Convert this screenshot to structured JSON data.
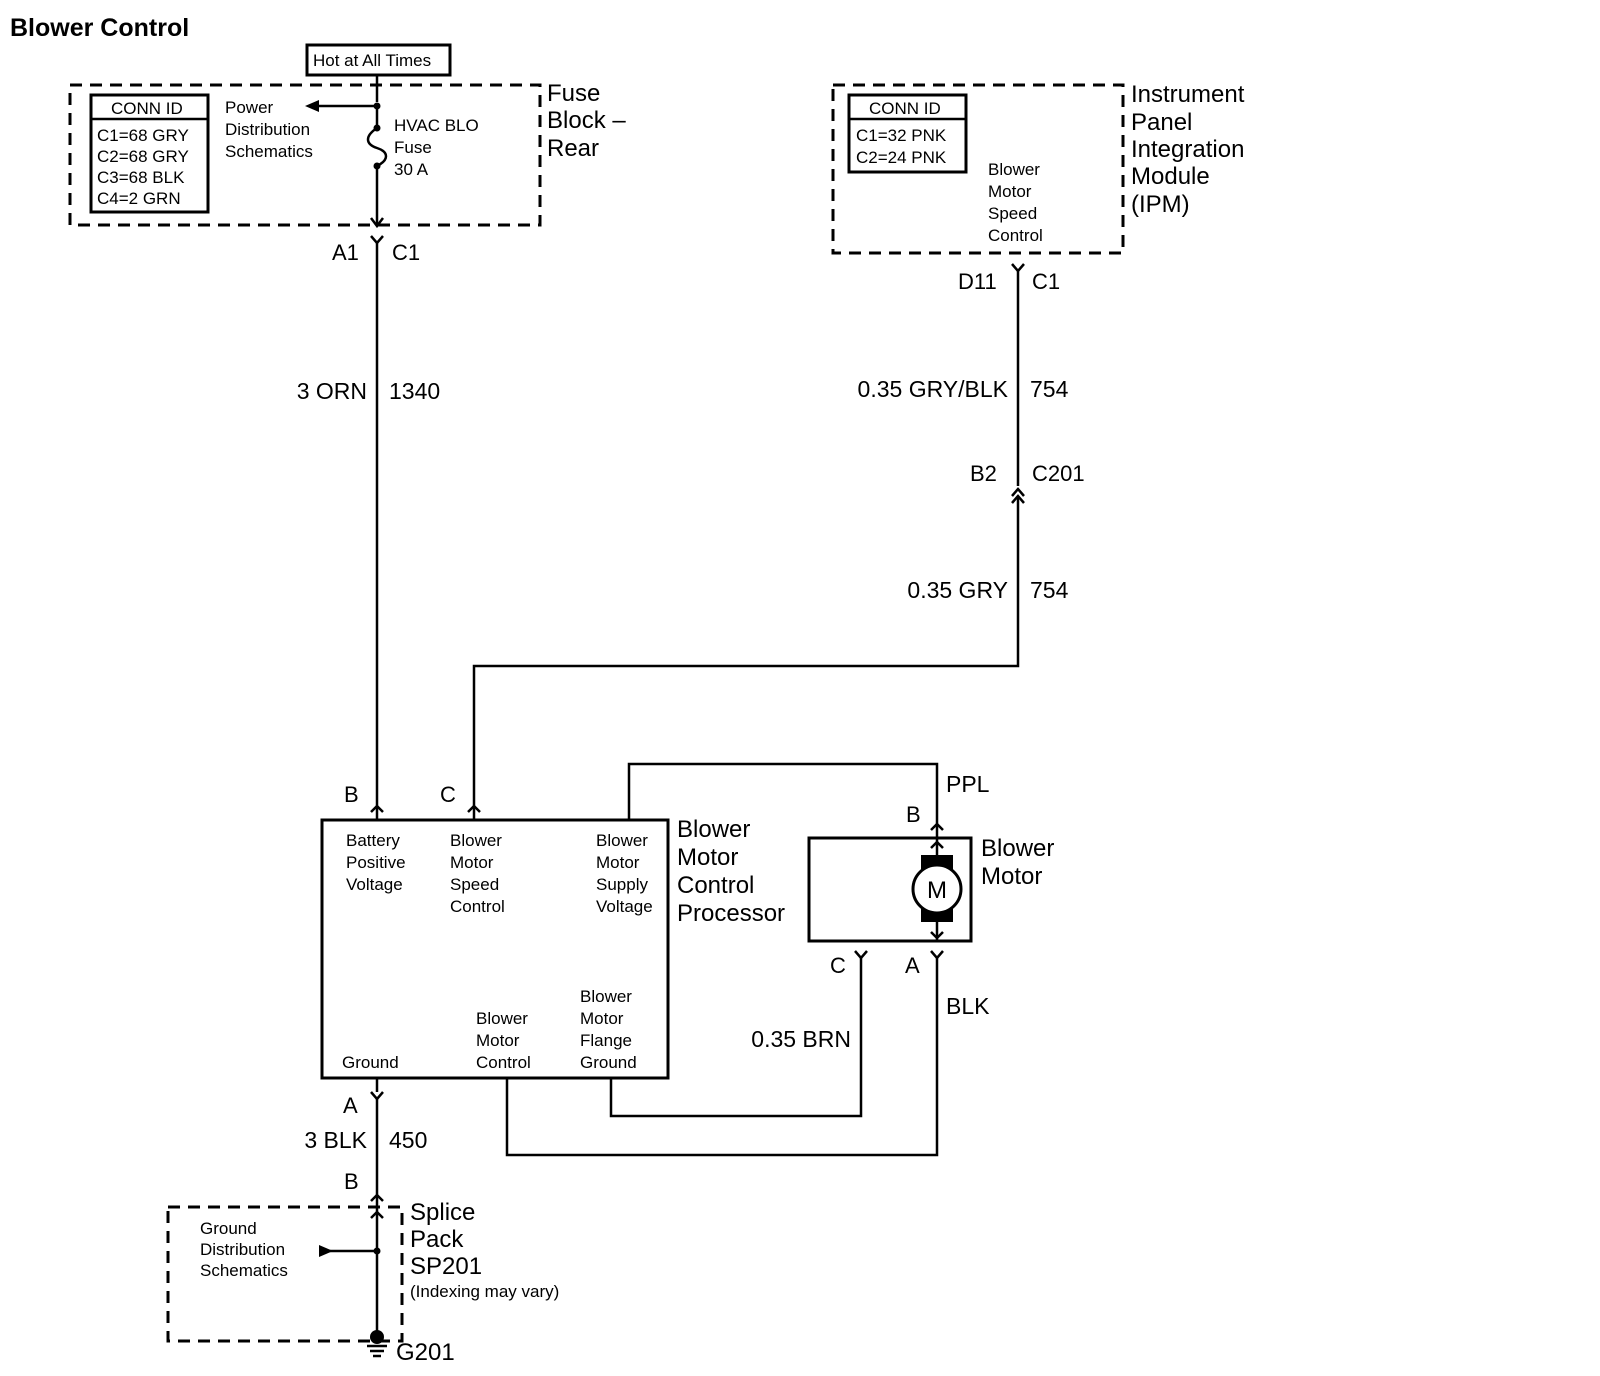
{
  "title": "Blower Control",
  "hot_label": "Hot at All Times",
  "fuse_block": {
    "name_lines": [
      "Fuse",
      "Block –",
      "Rear"
    ],
    "conn_id_header": "CONN ID",
    "conn_ids": [
      "C1=68 GRY",
      "C2=68 GRY",
      "C3=68 BLK",
      "C4=2 GRN"
    ],
    "power_ref_lines": [
      "Power",
      "Distribution",
      "Schematics"
    ],
    "fuse_lines": [
      "HVAC BLO",
      "Fuse",
      "30 A"
    ],
    "pin": "A1",
    "connector": "C1"
  },
  "ipm": {
    "name_lines": [
      "Instrument",
      "Panel",
      "Integration",
      "Module",
      "(IPM)"
    ],
    "conn_id_header": "CONN ID",
    "conn_ids": [
      "C1=32 PNK",
      "C2=24 PNK"
    ],
    "function_lines": [
      "Blower",
      "Motor",
      "Speed",
      "Control"
    ],
    "pin": "D11",
    "connector": "C1"
  },
  "wires": {
    "w1340": {
      "color": "3 ORN",
      "circuit": "1340"
    },
    "w754a": {
      "color": "0.35 GRY/BLK",
      "circuit": "754"
    },
    "w754b": {
      "color": "0.35 GRY",
      "circuit": "754"
    },
    "w450": {
      "color": "3 BLK",
      "circuit": "450"
    },
    "ppl": "PPL",
    "blk": "BLK",
    "brn": "0.35 BRN"
  },
  "inline_connector": {
    "pin": "B2",
    "connector": "C201"
  },
  "processor": {
    "name_lines": [
      "Blower",
      "Motor",
      "Control",
      "Processor"
    ],
    "pins": {
      "b": "B",
      "c": "C",
      "a": "A"
    },
    "battery_lines": [
      "Battery",
      "Positive",
      "Voltage"
    ],
    "speed_lines": [
      "Blower",
      "Motor",
      "Speed",
      "Control"
    ],
    "supply_lines": [
      "Blower",
      "Motor",
      "Supply",
      "Voltage"
    ],
    "ground": "Ground",
    "control_lines": [
      "Blower",
      "Motor",
      "Control"
    ],
    "flange_lines": [
      "Blower",
      "Motor",
      "Flange",
      "Ground"
    ]
  },
  "blower_motor": {
    "name_lines": [
      "Blower",
      "Motor"
    ],
    "symbol": "M",
    "pins": {
      "b": "B",
      "c": "C",
      "a": "A"
    }
  },
  "splice": {
    "pin": "B",
    "name_lines": [
      "Splice",
      "Pack",
      "SP201"
    ],
    "note": "(Indexing may vary)",
    "ground_ref_lines": [
      "Ground",
      "Distribution",
      "Schematics"
    ],
    "ground_id": "G201"
  }
}
